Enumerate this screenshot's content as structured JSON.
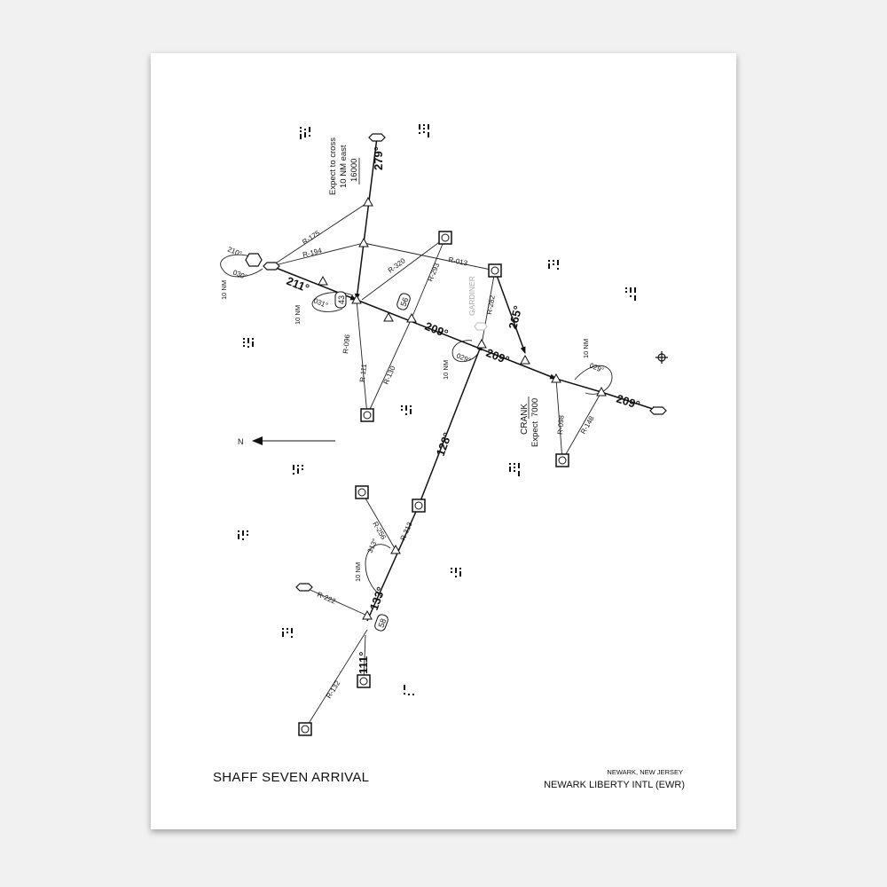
{
  "chart": {
    "title": "SHAFF SEVEN ARRIVAL",
    "location": "NEWARK, NEW JERSEY",
    "airport": "NEWARK LIBERTY INTL (EWR)",
    "north_label": "N"
  },
  "labels": {
    "expect_l1": "Expect to cross",
    "expect_l2": "10 NM east",
    "expect_l3": "16000",
    "crank": "CRANK",
    "crank_expect": "Expect",
    "crank_alt": "7000",
    "gardiner": "GARDINER",
    "hdg_279": "279°",
    "hdg_211": "211°",
    "hdg_209a": "209°",
    "hdg_209b": "209°",
    "hdg_209c": "209°",
    "hdg_265": "265°",
    "hdg_128": "128°",
    "hdg_133": "133°",
    "hdg_111": "111°",
    "r175": "R-175",
    "r194": "R-194",
    "r320": "R-320",
    "r293": "R-293",
    "r013": "R-013",
    "r282": "R-282",
    "r096": "R-096",
    "r111": "R-111",
    "r130": "R-130",
    "r098": "R-098",
    "r148": "R-148",
    "r256": "R-256",
    "r313": "R-313",
    "r222": "R-222",
    "r132": "R-132",
    "hold_210": "210°",
    "hold_030": "030°",
    "hold_031": "031°",
    "hold_029a": "029°",
    "hold_029b": "029°",
    "hold_313": "313°",
    "nm1": "10 NM",
    "nm2": "10 NM",
    "nm3": "10 NM",
    "nm4": "10 NM",
    "nm5": "10 NM",
    "dist_43": "43",
    "dist_56": "56",
    "dist_58": "58"
  }
}
